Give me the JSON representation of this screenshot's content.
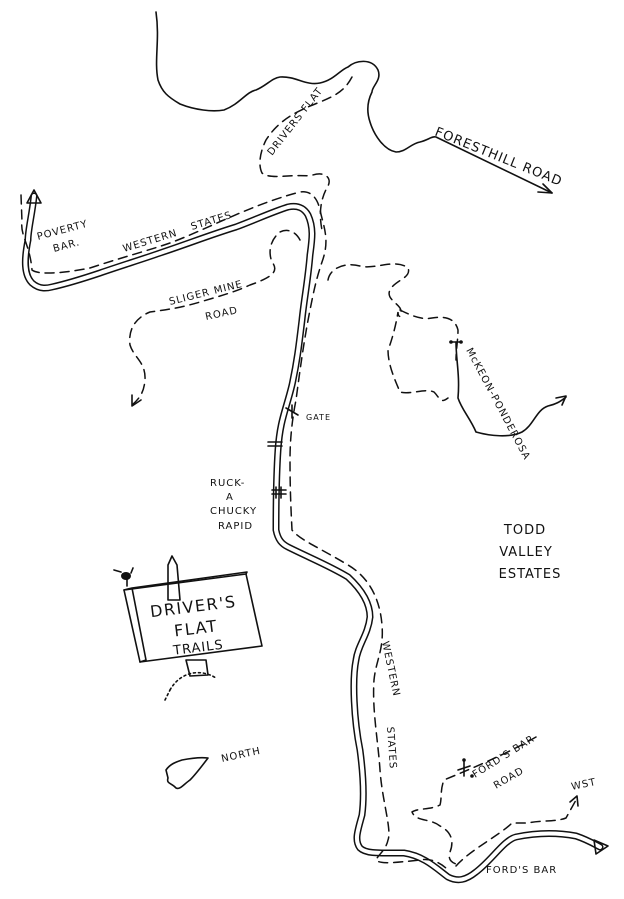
{
  "title": "Driver's Flat Trails",
  "sign": {
    "line1": "DRIVER'S",
    "line2": "FLAT",
    "line3": "TRAILS"
  },
  "labels": {
    "poverty_bar_1": "POVERTY",
    "poverty_bar_2": "BAR.",
    "western_1": "WESTERN",
    "states_1": "STATES",
    "drivers_flat": "DRIVERS FLAT",
    "foresthill_road": "FORESTHILL ROAD",
    "sliger_mine": "SLIGER MINE",
    "sliger_road": "ROAD",
    "gate": "GATE",
    "mckeon_ponderosa": "McKEON-PONDEROSA",
    "ruck_1": "RUCK-",
    "ruck_2": "A",
    "ruck_3": "CHUCKY",
    "ruck_4": "RAPID",
    "todd_1": "TODD",
    "todd_2": "VALLEY",
    "todd_3": "ESTATES",
    "western_2": "WESTERN",
    "states_2": "STATES",
    "fords_bar_road_1": "FORD'S BAR",
    "fords_bar_road_2": "ROAD",
    "wst": "WST",
    "fords_bar": "FORD'S BAR",
    "north": "NORTH"
  },
  "colors": {
    "ink": "#111111",
    "paper": "#ffffff"
  }
}
